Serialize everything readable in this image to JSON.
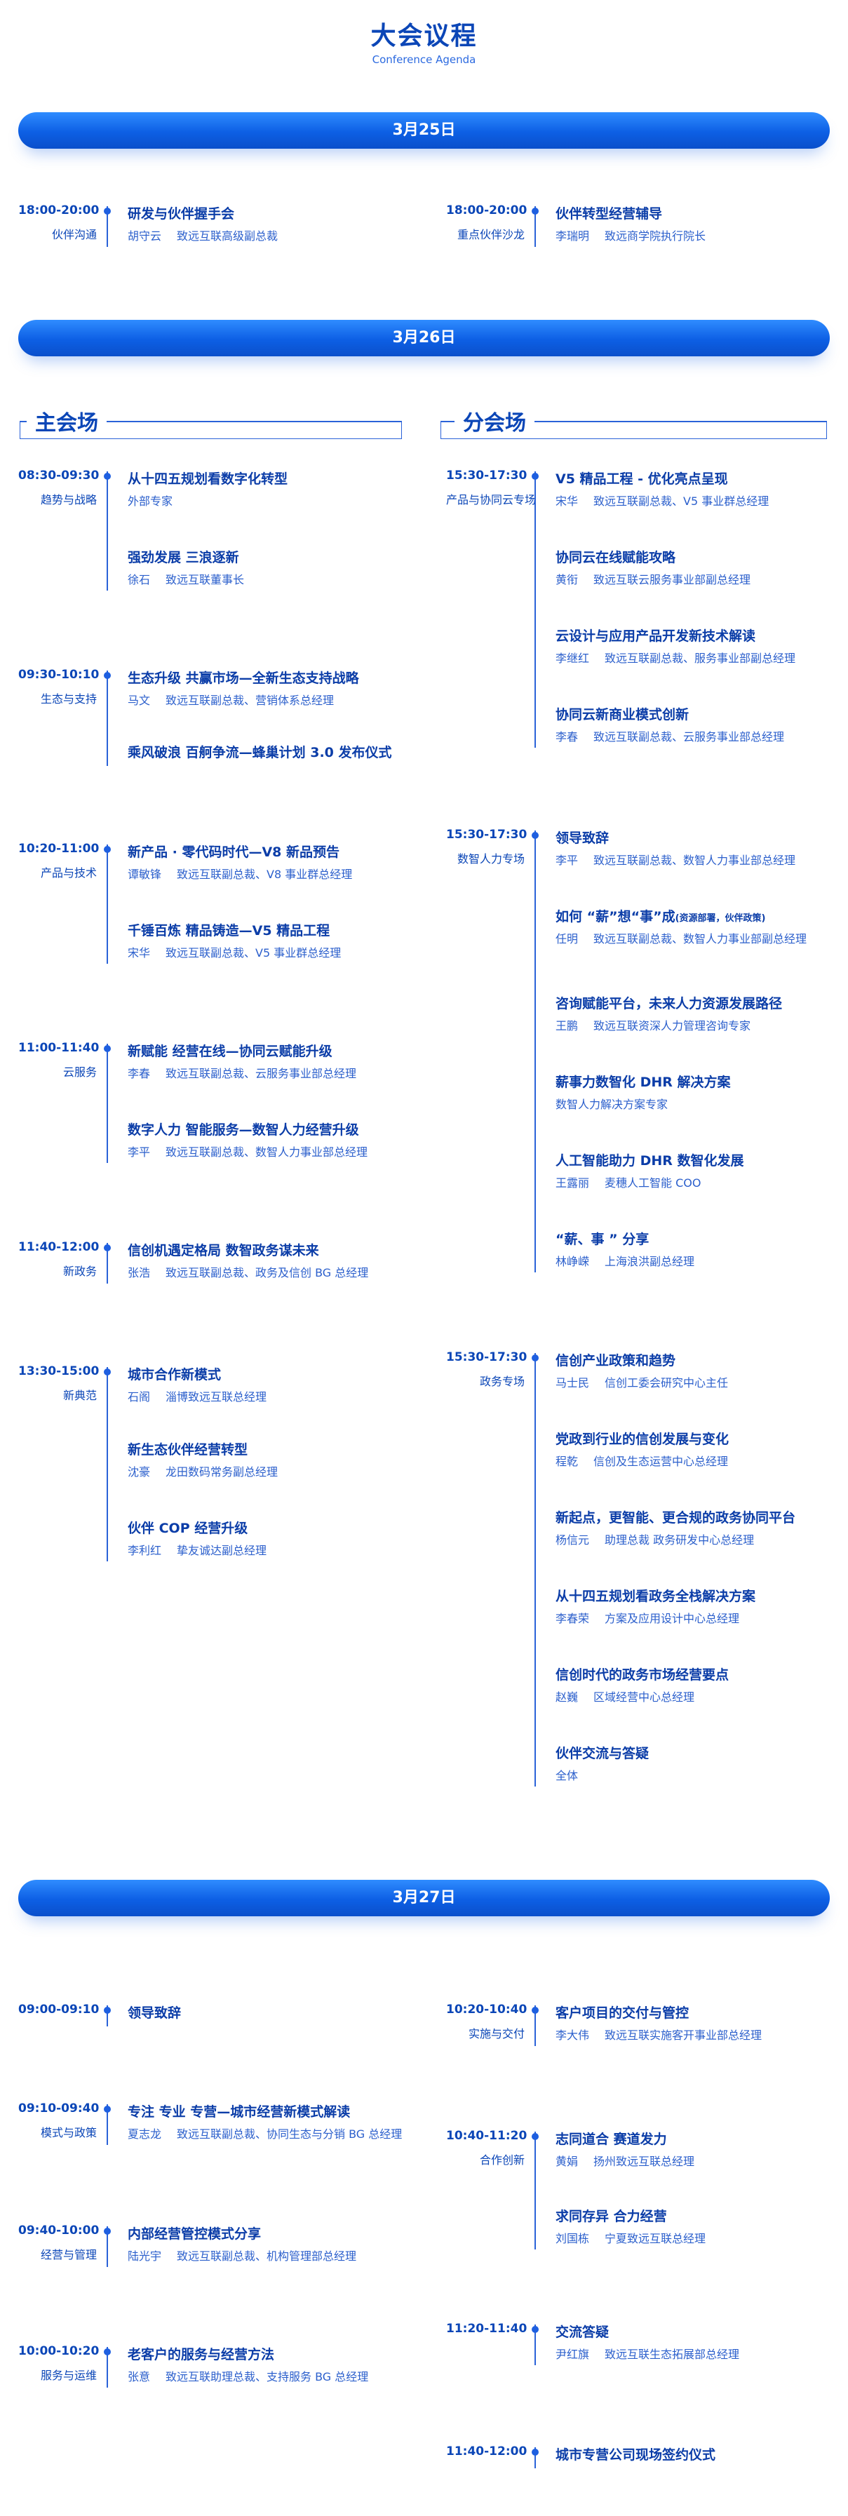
{
  "header": {
    "title": "大会议程",
    "subtitle": "Conference Agenda"
  },
  "days": {
    "d1": {
      "date": "3月25日"
    },
    "d2": {
      "date": "3月26日",
      "main_hall": "主会场",
      "sub_hall": "分会场"
    },
    "d3": {
      "date": "3月27日"
    }
  },
  "blocks": [
    {
      "time": "18:00-20:00",
      "label": "伙伴沟通",
      "sessions": [
        {
          "title": "研发与伙伴握手会",
          "person": "胡守云",
          "role": "致远互联高级副总裁"
        }
      ]
    },
    {
      "time": "18:00-20:00",
      "label": "重点伙伴沙龙",
      "sessions": [
        {
          "title": "伙伴转型经营辅导",
          "person": "李瑞明",
          "role": "致远商学院执行院长"
        }
      ]
    },
    {
      "time": "08:30-09:30",
      "label": "趋势与战略",
      "sessions": [
        {
          "title": "从十四五规划看数字化转型",
          "person": "外部专家",
          "role": ""
        },
        {
          "title": "强劲发展  三浪逐新",
          "person": "徐石",
          "role": "致远互联董事长"
        }
      ]
    },
    {
      "time": "09:30-10:10",
      "label": "生态与支持",
      "sessions": [
        {
          "title": "生态升级  共赢市场—全新生态支持战略",
          "person": "马文",
          "role": "致远互联副总裁、营销体系总经理"
        },
        {
          "title": "乘风破浪  百舸争流—蜂巢计划 3.0 发布仪式",
          "person": "",
          "role": ""
        }
      ]
    },
    {
      "time": "10:20-11:00",
      "label": "产品与技术",
      "sessions": [
        {
          "title": "新产品 · 零代码时代—V8 新品预告",
          "person": "谭敏锋",
          "role": "致远互联副总裁、V8 事业群总经理"
        },
        {
          "title": "千锤百炼  精品铸造—V5 精品工程",
          "person": "宋华",
          "role": "致远互联副总裁、V5 事业群总经理"
        }
      ]
    },
    {
      "time": "11:00-11:40",
      "label": "云服务",
      "sessions": [
        {
          "title": "新赋能  经营在线—协同云赋能升级",
          "person": "李春",
          "role": "致远互联副总裁、云服务事业部总经理"
        },
        {
          "title": "数字人力 智能服务—数智人力经营升级",
          "person": "李平",
          "role": "致远互联副总裁、数智人力事业部总经理"
        }
      ]
    },
    {
      "time": "11:40-12:00",
      "label": "新政务",
      "sessions": [
        {
          "title": "信创机遇定格局 数智政务谋未来",
          "person": "张浩",
          "role": "致远互联副总裁、政务及信创 BG 总经理"
        }
      ]
    },
    {
      "time": "13:30-15:00",
      "label": "新典范",
      "sessions": [
        {
          "title": "城市合作新模式",
          "person": "石阁",
          "role": "淄博致远互联总经理"
        },
        {
          "title": "新生态伙伴经营转型",
          "person": "沈豪",
          "role": "龙田数码常务副总经理"
        },
        {
          "title": "伙伴 COP 经营升级",
          "person": "李利红",
          "role": "挚友诚达副总经理"
        }
      ]
    },
    {
      "time": "15:30-17:30",
      "label": "产品与协同云专场",
      "sessions": [
        {
          "title": "V5 精品工程 - 优化亮点呈现",
          "person": "宋华",
          "role": "致远互联副总裁、V5 事业群总经理"
        },
        {
          "title": "协同云在线赋能攻略",
          "person": "黄衔",
          "role": "致远互联云服务事业部副总经理"
        },
        {
          "title": "云设计与应用产品开发新技术解读",
          "person": "李继红",
          "role": "致远互联副总裁、服务事业部副总经理"
        },
        {
          "title": "协同云新商业模式创新",
          "person": "李春",
          "role": "致远互联副总裁、云服务事业部总经理"
        }
      ]
    },
    {
      "time": "15:30-17:30",
      "label": "数智人力专场",
      "sessions": [
        {
          "title": "领导致辞",
          "person": "李平",
          "role": "致远互联副总裁、数智人力事业部总经理"
        },
        {
          "title": "如何 “薪”想“事”成",
          "note": "(资源部署，伙伴政策)",
          "person": "任明",
          "role": "致远互联副总裁、数智人力事业部副总经理"
        },
        {
          "title": "咨询赋能平台，未来人力资源发展路径",
          "person": "王鹏",
          "role": "致远互联资深人力管理咨询专家"
        },
        {
          "title": "薪事力数智化 DHR 解决方案",
          "person": "数智人力解决方案专家",
          "role": ""
        },
        {
          "title": "人工智能助力 DHR 数智化发展",
          "person": "王露丽",
          "role": "麦穗人工智能 COO"
        },
        {
          "title": "“薪、事 ” 分享",
          "person": "林峥嵘",
          "role": "上海浪洪副总经理"
        }
      ]
    },
    {
      "time": "15:30-17:30",
      "label": "政务专场",
      "sessions": [
        {
          "title": "信创产业政策和趋势",
          "person": "马士民",
          "role": "信创工委会研究中心主任"
        },
        {
          "title": "党政到行业的信创发展与变化",
          "person": "程乾",
          "role": "信创及生态运营中心总经理"
        },
        {
          "title": "新起点，更智能、更合规的政务协同平台",
          "person": "杨信元",
          "role": "助理总裁 政务研发中心总经理"
        },
        {
          "title": "从十四五规划看政务全栈解决方案",
          "person": "李春荣",
          "role": "方案及应用设计中心总经理"
        },
        {
          "title": "信创时代的政务市场经营要点",
          "person": "赵巍",
          "role": "区域经营中心总经理"
        },
        {
          "title": "伙伴交流与答疑",
          "person": "全体",
          "role": ""
        }
      ]
    },
    {
      "time": "09:00-09:10",
      "label": "",
      "sessions": [
        {
          "title": "领导致辞",
          "person": "",
          "role": ""
        }
      ]
    },
    {
      "time": "09:10-09:40",
      "label": "模式与政策",
      "sessions": [
        {
          "title": "专注  专业  专营—城市经营新模式解读",
          "person": "夏志龙",
          "role": "致远互联副总裁、协同生态与分销 BG 总经理"
        }
      ]
    },
    {
      "time": "09:40-10:00",
      "label": "经营与管理",
      "sessions": [
        {
          "title": "内部经营管控模式分享",
          "person": "陆光宇",
          "role": "致远互联副总裁、机构管理部总经理"
        }
      ]
    },
    {
      "time": "10:00-10:20",
      "label": "服务与运维",
      "sessions": [
        {
          "title": "老客户的服务与经营方法",
          "person": "张意",
          "role": "致远互联助理总裁、支持服务 BG 总经理"
        }
      ]
    },
    {
      "time": "10:20-10:40",
      "label": "实施与交付",
      "sessions": [
        {
          "title": "客户项目的交付与管控",
          "person": "李大伟",
          "role": "致远互联实施客开事业部总经理"
        }
      ]
    },
    {
      "time": "10:40-11:20",
      "label": "合作创新",
      "sessions": [
        {
          "title": "志同道合  赛道发力",
          "person": "黄娟",
          "role": "扬州致远互联总经理"
        },
        {
          "title": "求同存异  合力经营",
          "person": "刘国栋",
          "role": "宁夏致远互联总经理"
        }
      ]
    },
    {
      "time": "11:20-11:40",
      "label": "",
      "sessions": [
        {
          "title": "交流答疑",
          "person": "尹红旗",
          "role": "致远互联生态拓展部总经理"
        }
      ]
    },
    {
      "time": "11:40-12:00",
      "label": "",
      "sessions": [
        {
          "title": "城市专营公司现场签约仪式",
          "person": "",
          "role": ""
        }
      ]
    }
  ]
}
